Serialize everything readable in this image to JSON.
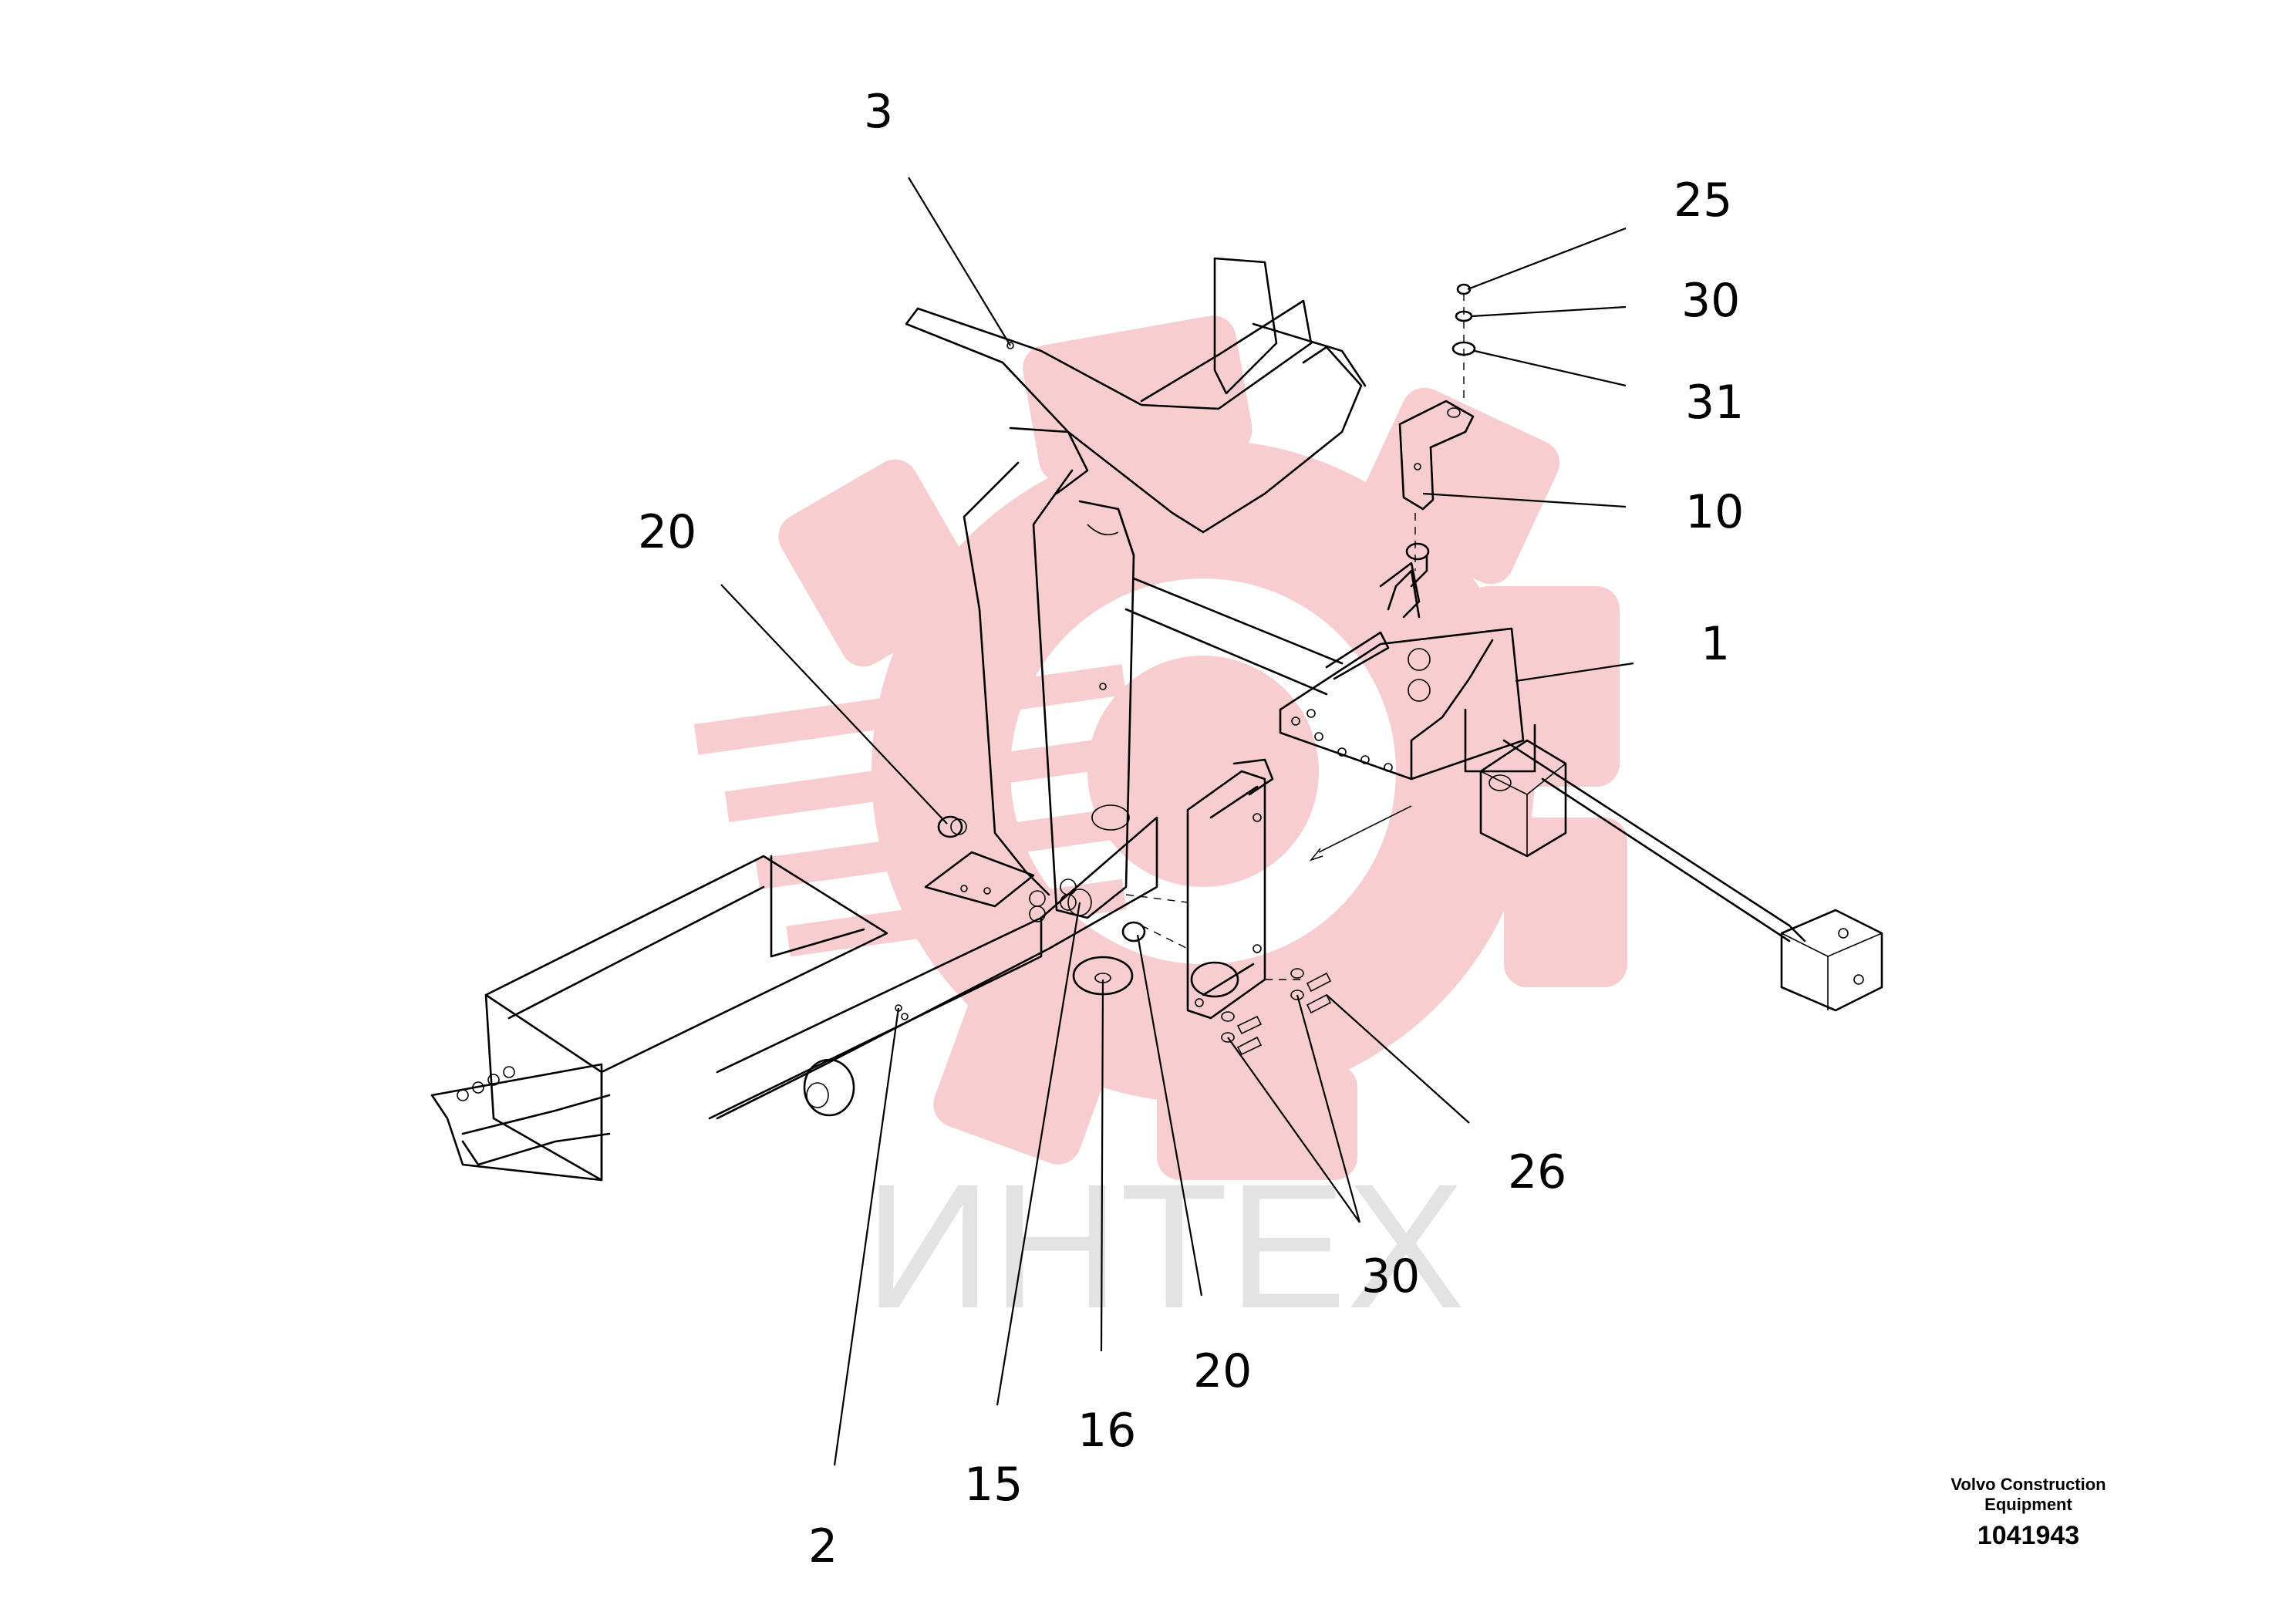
{
  "diagram": {
    "callouts": [
      {
        "id": "c3",
        "label": "3"
      },
      {
        "id": "c25",
        "label": "25"
      },
      {
        "id": "c30a",
        "label": "30"
      },
      {
        "id": "c31",
        "label": "31"
      },
      {
        "id": "c10",
        "label": "10"
      },
      {
        "id": "c1",
        "label": "1"
      },
      {
        "id": "c20a",
        "label": "20"
      },
      {
        "id": "c26",
        "label": "26"
      },
      {
        "id": "c30b",
        "label": "30"
      },
      {
        "id": "c20b",
        "label": "20"
      },
      {
        "id": "c16",
        "label": "16"
      },
      {
        "id": "c15",
        "label": "15"
      },
      {
        "id": "c2",
        "label": "2"
      }
    ]
  },
  "watermark": {
    "text": "ИНТЕХ",
    "gear_color": "#f7c5c8",
    "text_color": "#e6e6e6"
  },
  "footer": {
    "company_line1": "Volvo Construction",
    "company_line2": "Equipment",
    "drawing_number": "1041943"
  }
}
